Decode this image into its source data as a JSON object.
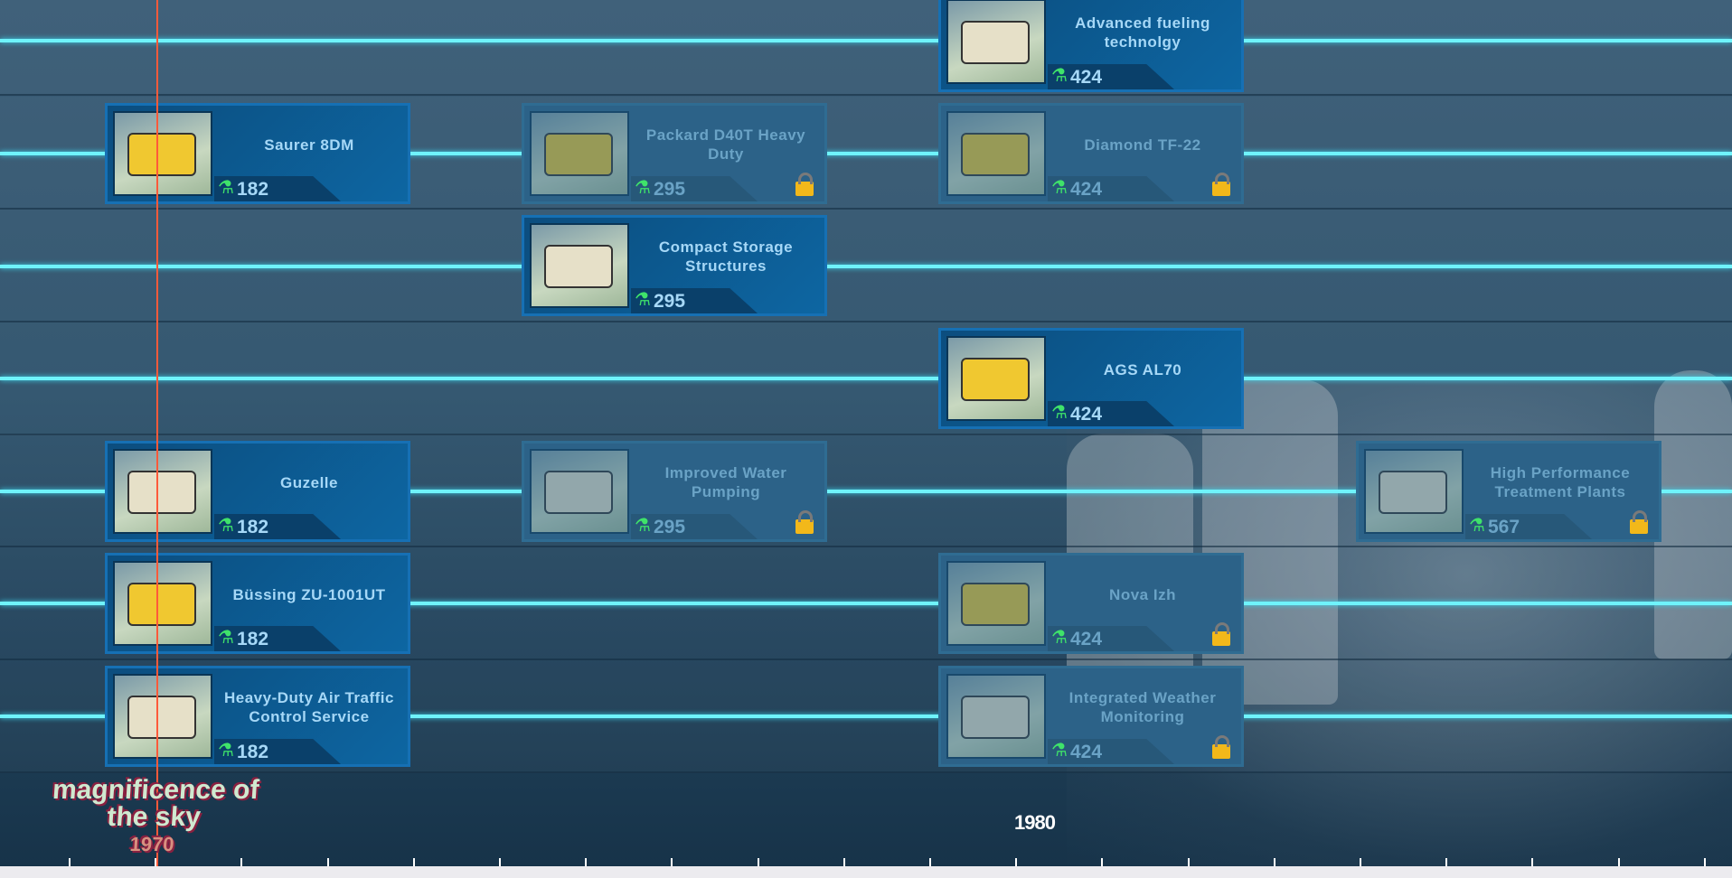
{
  "timeline": {
    "year_label": "1980",
    "logo_text": "magnificence of the sky",
    "logo_year": "1970"
  },
  "cards": [
    {
      "title": "Advanced fueling technolgy",
      "cost": "424",
      "locked": false,
      "row": 0,
      "col": 2,
      "thumb": "gas-station"
    },
    {
      "title": "Saurer 8DM",
      "cost": "182",
      "locked": false,
      "row": 1,
      "col": 0,
      "thumb": "truck"
    },
    {
      "title": "Packard D40T Heavy Duty",
      "cost": "295",
      "locked": true,
      "row": 1,
      "col": 1,
      "thumb": "truck"
    },
    {
      "title": "Diamond TF-22",
      "cost": "424",
      "locked": true,
      "row": 1,
      "col": 2,
      "thumb": "truck"
    },
    {
      "title": "Compact Storage Structures",
      "cost": "295",
      "locked": false,
      "row": 2,
      "col": 1,
      "thumb": "storage"
    },
    {
      "title": "AGS AL70",
      "cost": "424",
      "locked": false,
      "row": 3,
      "col": 2,
      "thumb": "belt-loader"
    },
    {
      "title": "Guzelle",
      "cost": "182",
      "locked": false,
      "row": 4,
      "col": 0,
      "thumb": "van"
    },
    {
      "title": "Improved Water Pumping",
      "cost": "295",
      "locked": true,
      "row": 4,
      "col": 1,
      "thumb": "building"
    },
    {
      "title": "High Performance Treatment Plants",
      "cost": "567",
      "locked": true,
      "row": 4,
      "col": 3,
      "thumb": "building"
    },
    {
      "title": "Büssing  ZU-1001UT",
      "cost": "182",
      "locked": false,
      "row": 5,
      "col": 0,
      "thumb": "truck"
    },
    {
      "title": "Nova Izh",
      "cost": "424",
      "locked": true,
      "row": 5,
      "col": 2,
      "thumb": "car"
    },
    {
      "title": "Heavy-Duty Air Traffic Control Service",
      "cost": "182",
      "locked": false,
      "row": 6,
      "col": 0,
      "thumb": "tower"
    },
    {
      "title": "Integrated Weather Monitoring",
      "cost": "424",
      "locked": true,
      "row": 6,
      "col": 2,
      "thumb": "building"
    }
  ],
  "colors": {
    "line": "#6ff3fb",
    "marker": "#ff5a3a",
    "flask": "#3fe36a",
    "lock": "#f2b81a"
  }
}
